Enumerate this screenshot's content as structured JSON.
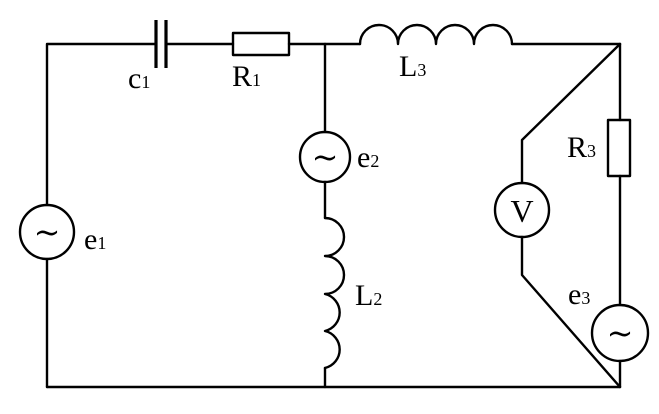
{
  "components": {
    "c1": {
      "main": "c",
      "sub": "1"
    },
    "R1": {
      "main": "R",
      "sub": "1"
    },
    "L3": {
      "main": "L",
      "sub": "3"
    },
    "e2": {
      "main": "e",
      "sub": "2"
    },
    "e1": {
      "main": "e",
      "sub": "1"
    },
    "L2": {
      "main": "L",
      "sub": "2"
    },
    "R3": {
      "main": "R",
      "sub": "3"
    },
    "e3": {
      "main": "e",
      "sub": "3"
    }
  },
  "voltmeter": {
    "symbol": "V"
  },
  "source_symbol": "~",
  "line_color": "#000000"
}
